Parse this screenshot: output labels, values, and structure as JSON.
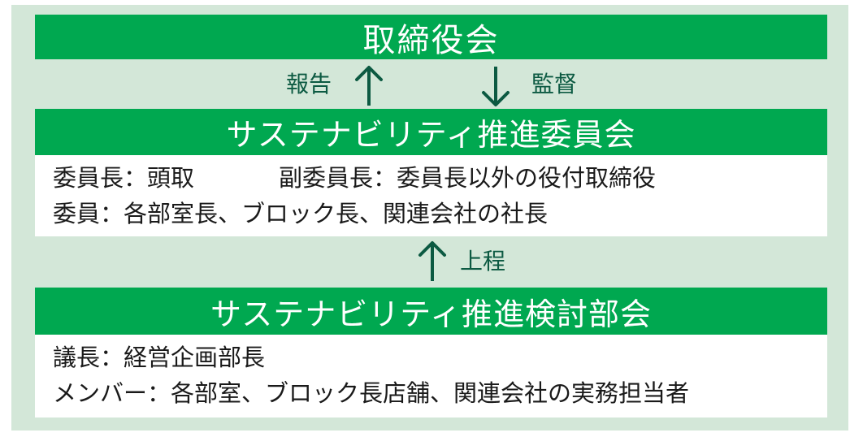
{
  "board": {
    "title": "取締役会"
  },
  "arrows": {
    "report": "報告",
    "supervise": "監督",
    "submit": "上程"
  },
  "committee": {
    "title": "サステナビリティ推進委員会",
    "line1_left": "委員長：頭取",
    "line1_right": "副委員長：委員長以外の役付取締役",
    "line2": "委員：各部室長、ブロック長、関連会社の社長"
  },
  "subcommittee": {
    "title": "サステナビリティ推進検討部会",
    "line1": "議長：経営企画部長",
    "line2": "メンバー：各部室、ブロック長店舗、関連会社の実務担当者"
  },
  "colors": {
    "panel": "#d3e7d8",
    "bar": "#00a850",
    "arrow": "#0c5a42",
    "box": "#ffffff"
  }
}
